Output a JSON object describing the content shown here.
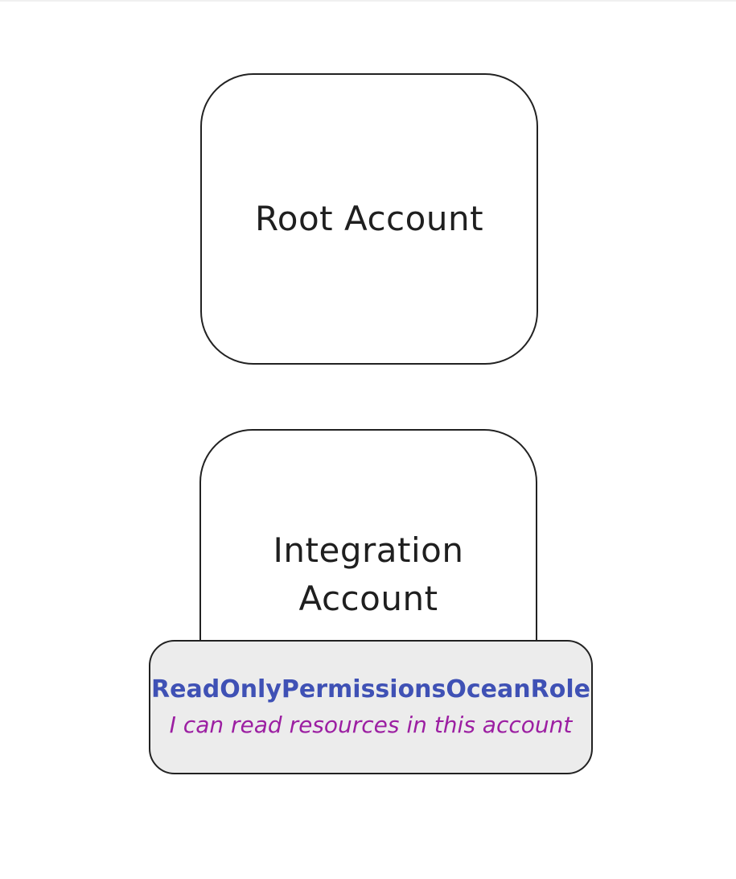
{
  "diagram": {
    "type": "account-role-diagram",
    "background_color": "#ffffff",
    "node_border_color": "#222222",
    "nodes": {
      "root_account": {
        "label": "Root Account",
        "fill": "#ffffff",
        "text_color": "#1f1f1f"
      },
      "integration_account": {
        "label": "Integration Account",
        "fill": "#ffffff",
        "text_color": "#1f1f1f"
      },
      "role": {
        "title": "ReadOnlyPermissionsOceanRole",
        "title_color": "#3f51b5",
        "description": "I can read resources in this account",
        "description_color": "#9c1fa2",
        "fill": "#ececec"
      }
    }
  }
}
